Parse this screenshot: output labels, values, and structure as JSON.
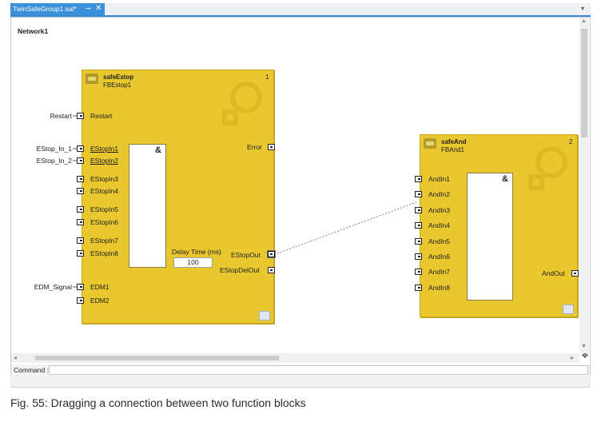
{
  "tab": {
    "title": "TwinSafeGroup1.sal*",
    "pin_glyph": "⊸",
    "close_glyph": "✕",
    "dropdown_glyph": "▾"
  },
  "network": {
    "title": "Network1"
  },
  "blocks": {
    "estop": {
      "type": "safeEstop",
      "instance": "FBEstop1",
      "number": "1",
      "and_label": "&",
      "inputs": [
        "Restart",
        "EStopIn1",
        "EStopIn2",
        "EStopIn3",
        "EStopIn4",
        "EStopIn5",
        "EStopIn6",
        "EStopIn7",
        "EStopIn8",
        "EDM1",
        "EDM2"
      ],
      "outputs": [
        "Error",
        "EStopOut",
        "EStopDelOut"
      ],
      "delay_label": "Delay Time (ms)",
      "delay_value": "100"
    },
    "and": {
      "type": "safeAnd",
      "instance": "FBAnd1",
      "number": "2",
      "and_label": "&",
      "inputs": [
        "AndIn1",
        "AndIn2",
        "AndIn3",
        "AndIn4",
        "AndIn5",
        "AndIn6",
        "AndIn7",
        "AndIn8"
      ],
      "outputs": [
        "AndOut"
      ]
    }
  },
  "variables": [
    "Restart",
    "EStop_In_1",
    "EStop_In_2",
    "EDM_Signal"
  ],
  "command": {
    "label": "Command :",
    "value": ""
  },
  "icons": {
    "zoom_in": "zoom-in-icon",
    "zoom_reset": "zoom-reset-icon",
    "zoom_out": "zoom-out-icon",
    "pan": "pan-icon"
  },
  "colors": {
    "block_fill": "#e9c72f",
    "tab_blue": "#3c8fd9"
  },
  "caption": "Fig. 55: Dragging a connection between two function blocks"
}
